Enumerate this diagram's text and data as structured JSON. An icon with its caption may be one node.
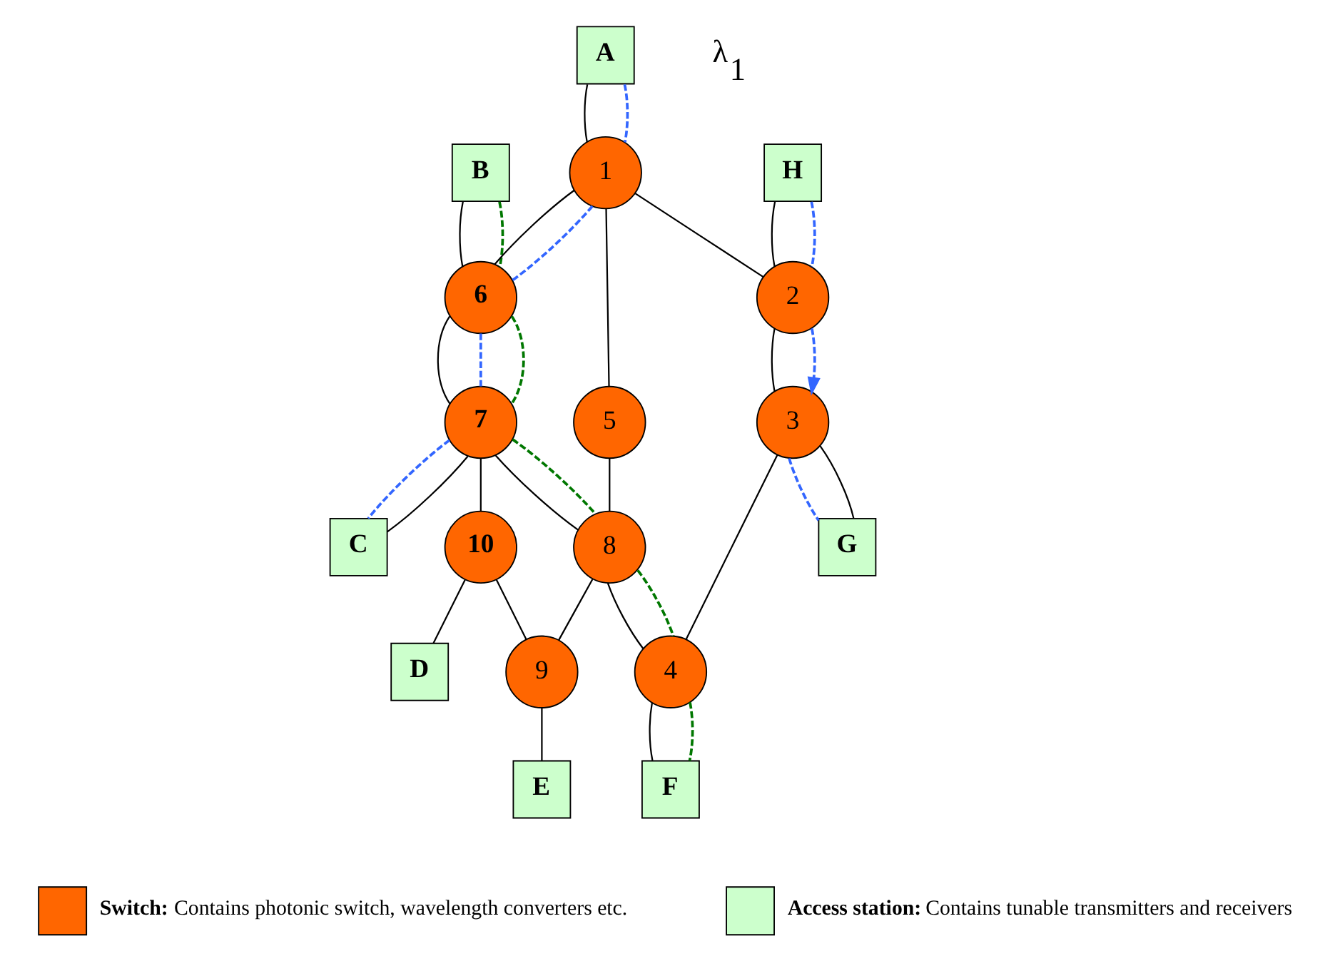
{
  "diagram": {
    "nodes": [
      {
        "text": [
          "A"
        ]
      },
      {
        "text": [
          "B"
        ]
      },
      {
        "text": [
          "C"
        ]
      },
      {
        "text": [
          "1"
        ]
      },
      {
        "text": [
          "6"
        ]
      },
      {
        "text": [
          "7"
        ]
      },
      {
        "text": [
          "H"
        ]
      },
      {
        "text": [
          "5"
        ]
      },
      {
        "text": [
          "8"
        ]
      },
      {
        "text": [
          "10"
        ]
      },
      {
        "text": [
          "D"
        ]
      },
      {
        "text": [
          "2"
        ]
      },
      {
        "text": [
          "4"
        ]
      },
      {
        "text": [
          "9"
        ]
      },
      {
        "text": [
          "E"
        ]
      },
      {
        "text": [
          "G"
        ]
      },
      {
        "text": [
          "3"
        ]
      },
      {
        "text": [
          "F"
        ]
      }
    ],
    "edges": [
      {
        "from": 0,
        "to": 3,
        "arrow": "none"
      },
      {
        "from": 3,
        "to": 4,
        "arrow": "none"
      },
      {
        "from": 3,
        "to": 7,
        "arrow": "none"
      },
      {
        "from": 3,
        "to": 11,
        "arrow": "none"
      },
      {
        "from": 1,
        "to": 4,
        "arrow": "none"
      },
      {
        "from": 4,
        "to": 5,
        "arrow": "none"
      },
      {
        "from": 2,
        "to": 5,
        "arrow": "none"
      },
      {
        "from": 5,
        "to": 8,
        "arrow": "none"
      },
      {
        "from": 5,
        "to": 9,
        "arrow": "none"
      },
      {
        "from": 7,
        "to": 8,
        "arrow": "none"
      },
      {
        "from": 8,
        "to": 12,
        "arrow": "none"
      },
      {
        "from": 8,
        "to": 13,
        "arrow": "none"
      },
      {
        "from": 9,
        "to": 10,
        "arrow": "none"
      },
      {
        "from": 9,
        "to": 13,
        "arrow": "none"
      },
      {
        "from": 13,
        "to": 14,
        "arrow": "none"
      },
      {
        "from": 6,
        "to": 11,
        "arrow": "none"
      },
      {
        "from": 11,
        "to": 16,
        "arrow": "none"
      },
      {
        "from": 15,
        "to": 16,
        "arrow": "none"
      },
      {
        "from": 16,
        "to": 12,
        "arrow": "none"
      },
      {
        "from": 12,
        "to": 17,
        "arrow": "none"
      },
      {
        "from": 0,
        "to": 3,
        "arrow": "none",
        "style": "dashed",
        "color": "#3366ff"
      },
      {
        "from": 3,
        "to": 4,
        "arrow": "none",
        "style": "dashed",
        "color": "#3366ff"
      },
      {
        "from": 4,
        "to": 5,
        "arrow": "none",
        "style": "dashed",
        "color": "#3366ff"
      },
      {
        "from": 5,
        "to": 2,
        "arrow": "none",
        "style": "dashed",
        "color": "#3366ff"
      },
      {
        "from": 6,
        "to": 11,
        "arrow": "none",
        "style": "dashed",
        "color": "#3366ff"
      },
      {
        "from": 11,
        "to": 16,
        "arrow": "to",
        "style": "dashed",
        "color": "#3366ff"
      },
      {
        "from": 16,
        "to": 15,
        "arrow": "none",
        "style": "dashed",
        "color": "#3366ff"
      },
      {
        "from": 1,
        "to": 4,
        "arrow": "none",
        "style": "dashed",
        "color": "#007700"
      },
      {
        "from": 4,
        "to": 5,
        "arrow": "none",
        "style": "dashed",
        "color": "#007700"
      },
      {
        "from": 5,
        "to": 8,
        "arrow": "none",
        "style": "dashed",
        "color": "#007700"
      },
      {
        "from": 8,
        "to": 12,
        "arrow": "none",
        "style": "dashed",
        "color": "#007700"
      },
      {
        "from": 12,
        "to": 17,
        "arrow": "none",
        "style": "dashed",
        "color": "#007700"
      }
    ],
    "labels": [
      "λ$_{1}$"
    ],
    "legend": [
      {
        "text": "**Switch:** Contains photonic switch, wavelength converters etc.",
        "color": "#ff6600"
      },
      {
        "text": "**Access station:** Contains tunable transmitters and receivers",
        "color": "#ccffcc"
      }
    ]
  }
}
